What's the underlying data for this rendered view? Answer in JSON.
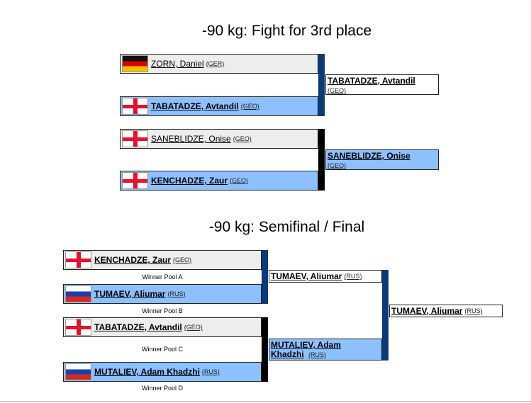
{
  "bronze": {
    "title": "-90 kg: Fight for 3rd place",
    "bout1": {
      "top": {
        "name": "ZORN, Daniel",
        "country": "(GER)",
        "flag": "flag-germany"
      },
      "bottom": {
        "name": "TABATADZE, Avtandil",
        "country": "(GEO)",
        "flag": "flag-georgia"
      },
      "winner": {
        "name": "TABATADZE, Avtandil",
        "country": "(GEO)"
      }
    },
    "bout2": {
      "top": {
        "name": "SANEBLIDZE, Onise",
        "country": "(GEO)",
        "flag": "flag-georgia"
      },
      "bottom": {
        "name": "KENCHADZE, Zaur",
        "country": "(GEO)",
        "flag": "flag-georgia"
      },
      "winner": {
        "name": "SANEBLIDZE, Onise",
        "country": "(GEO)"
      }
    }
  },
  "final": {
    "title": "-90 kg: Semifinal / Final",
    "semi1": {
      "top": {
        "name": "KENCHADZE, Zaur",
        "country": "(GEO)",
        "pool": "Winner Pool A"
      },
      "bottom": {
        "name": "TUMAEV, Aliumar",
        "country": "(RUS)",
        "pool": "Winner Pool B"
      },
      "winner": {
        "name": "TUMAEV, Aliumar",
        "country": "(RUS)"
      }
    },
    "semi2": {
      "top": {
        "name": "TABATADZE, Avtandil",
        "country": "(GEO)",
        "pool": "Winner Pool C"
      },
      "bottom": {
        "name": "MUTALIEV, Adam Khadzhi",
        "country": "(RUS)",
        "pool": "Winner Pool D"
      },
      "winner": {
        "name_line1": "MUTALIEV, Adam",
        "name_line2": "Khadzhi",
        "country": "(RUS)"
      }
    },
    "champion": {
      "name": "TUMAEV, Aliumar",
      "country": "(RUS)"
    }
  }
}
